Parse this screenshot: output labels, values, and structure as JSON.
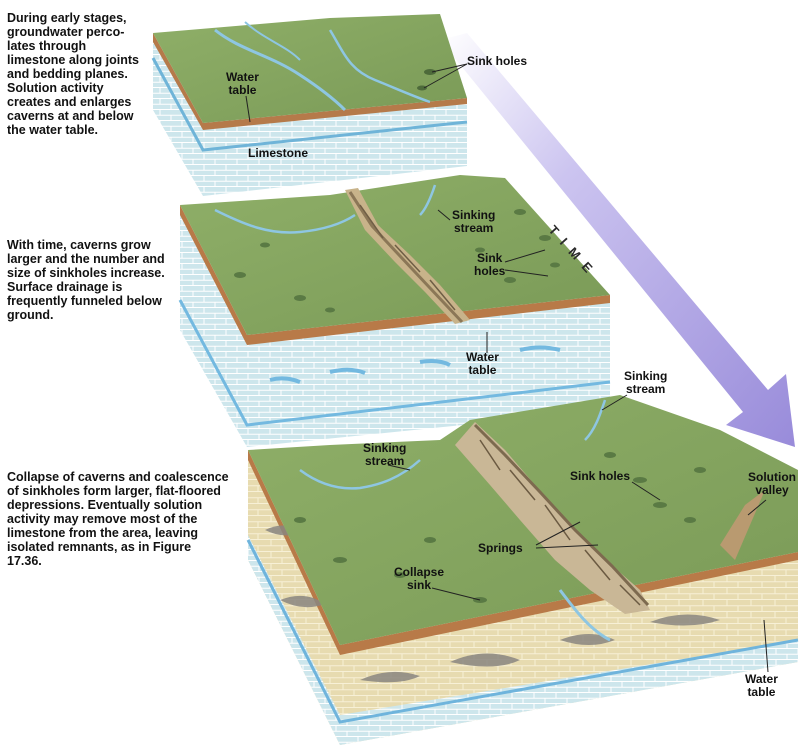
{
  "captions": {
    "stage1": "During early stages,\ngroundwater perco-\nlates through\nlimestone along joints\nand bedding planes.\nSolution activity\ncreates and enlarges\ncaverns at and below\nthe water table.",
    "stage2": "With time, caverns grow\nlarger and the number and\nsize of sinkholes increase.\nSurface drainage is\nfrequently funneled below\nground.",
    "stage3": "Collapse of caverns and coalescence\nof sinkholes form larger, flat-floored\ndepressions.  Eventually solution\nactivity may remove most of the\nlimestone from the area, leaving\nisolated remnants, as in Figure\n17.36."
  },
  "labels": {
    "block1": {
      "sink_holes": "Sink holes",
      "water_table": "Water\ntable",
      "limestone": "Limestone"
    },
    "block2": {
      "sinking_stream": "Sinking\nstream",
      "sink_holes": "Sink\nholes",
      "water_table": "Water\ntable"
    },
    "block3": {
      "sinking_stream_left": "Sinking\nstream",
      "sinking_stream_right": "Sinking\nstream",
      "sink_holes": "Sink holes",
      "solution_valley": "Solution\nvalley",
      "springs": "Springs",
      "collapse_sink": "Collapse\nsink",
      "water_table": "Water\ntable"
    }
  },
  "time_arrow": {
    "label": "TIME"
  },
  "colors": {
    "ground": "#7fa05a",
    "ground_light": "#9bb873",
    "soil": "#b87a48",
    "limestone_blue": "#c9e4ea",
    "limestone_tan": "#e6d9ad",
    "water": "#7cc0e6",
    "cave": "#7e7a72",
    "arrow": "#a89be0"
  }
}
